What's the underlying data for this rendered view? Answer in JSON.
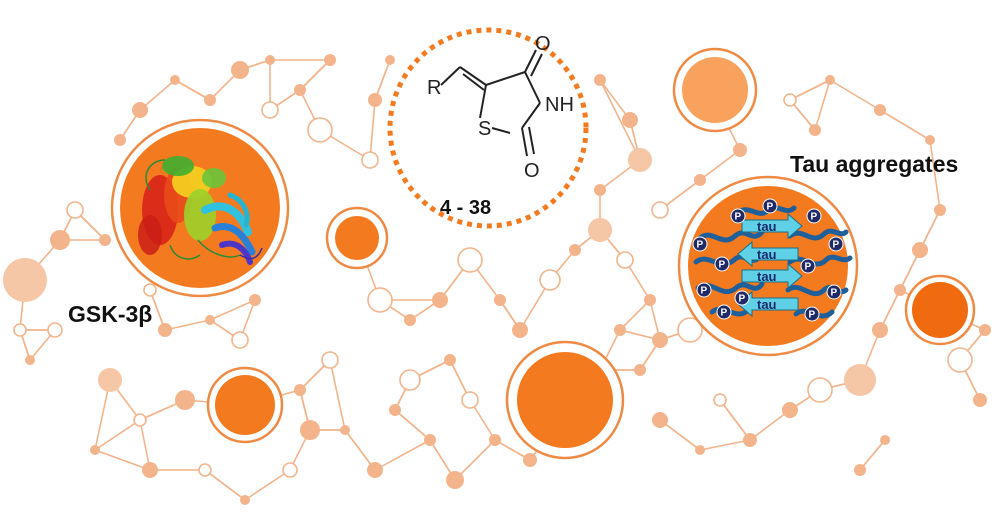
{
  "labels": {
    "target_enzyme": "GSK-3β",
    "target_aggregates": "Tau aggregates",
    "compound_range": "4 - 38"
  },
  "scaffold": {
    "substituent": "R",
    "nitrogen_label": "NH",
    "sulfur_label": "S",
    "oxygen_top": "O",
    "oxygen_bottom": "O"
  },
  "tau_strands": [
    "tau",
    "tau",
    "tau",
    "tau"
  ],
  "phospho_label": "P",
  "colors": {
    "primary_orange": "#f47a1f",
    "dark_orange": "#e4701a",
    "light_orange": "#f6c7a6",
    "pale_orange": "#f9dcc8",
    "tau_cyan": "#5fd0e6",
    "phospho_navy": "#1f2a66",
    "tangle_blue": "#1f5f9a"
  }
}
